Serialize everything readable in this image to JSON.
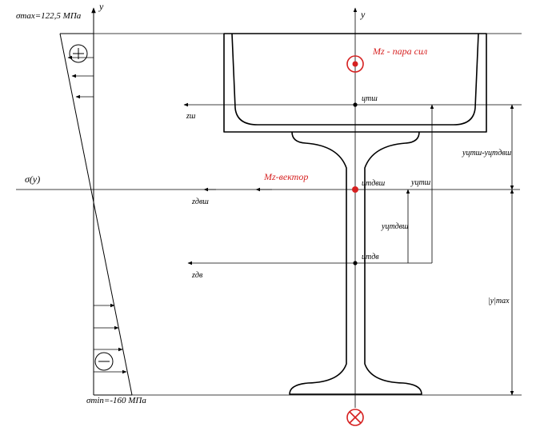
{
  "labels": {
    "sigma_max": "σmax=122,5 МПа",
    "sigma_min": "σmin=-160 МПа",
    "sigma_axis": "σ(y)",
    "y_left": "y",
    "y_main": "y",
    "mz_pair": "Mz - пара сил",
    "mz_vector": "Mz-вектор",
    "ct_sh": "цтш",
    "ct_dvsh": "цтдвш",
    "ct_dv": "цтдв",
    "z_sh": "zш",
    "z_dvsh": "zдвш",
    "z_dv": "zдв",
    "y_ctsh": "yцтш",
    "y_ctdvsh": "yцтдвш",
    "y_diff": "yцтш-yцтдвш",
    "y_abs_max": "|y|max"
  },
  "colors": {
    "line": "#000000",
    "accent": "#d62020"
  }
}
